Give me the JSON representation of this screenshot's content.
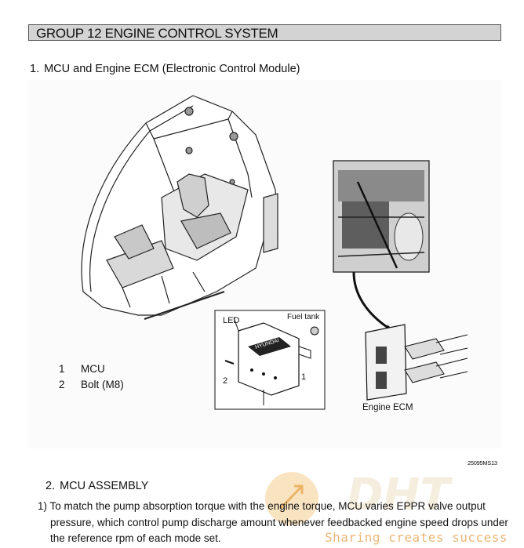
{
  "header": {
    "title": "GROUP  12  ENGINE CONTROL SYSTEM"
  },
  "section1": {
    "number": "1.",
    "title": "MCU and Engine ECM",
    "subtitle": "(Electronic Control Module)"
  },
  "figure": {
    "callouts": {
      "led": "LED",
      "fuel_tank": "Fuel tank",
      "num1": "1",
      "num2": "2",
      "engine_ecm": "Engine ECM",
      "brand": "HYUNDAI"
    },
    "legend": [
      {
        "num": "1",
        "label": "MCU"
      },
      {
        "num": "2",
        "label": "Bolt (M8)"
      }
    ],
    "code": "25095MS13"
  },
  "section2": {
    "number": "2.",
    "title": "MCU ASSEMBLY"
  },
  "paragraph": {
    "number": "1)",
    "line1": "To match the pump absorption torque with the engine torque, MCU varies EPPR valve output",
    "line2": "pressure, which control pump discharge amount whenever feedbacked engine speed drops under",
    "line3": "the reference rpm of each mode set."
  },
  "watermark": {
    "text": "Sharing creates success"
  }
}
